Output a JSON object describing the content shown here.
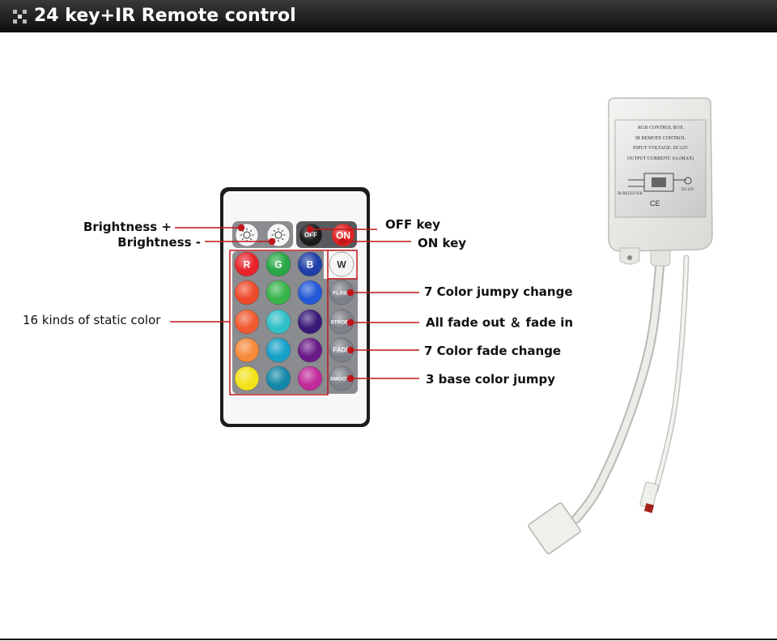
{
  "header": {
    "title": "24 key+IR Remote control"
  },
  "remote": {
    "top_buttons": [
      {
        "label": "",
        "icon": "brightness-up-icon"
      },
      {
        "label": "",
        "icon": "brightness-down-icon"
      },
      {
        "label": "OFF",
        "color": "#1a1a1a"
      },
      {
        "label": "ON",
        "color": "#e02020"
      }
    ],
    "color_rows": [
      [
        {
          "label": "R",
          "color": "#e8232a"
        },
        {
          "label": "G",
          "color": "#27a745"
        },
        {
          "label": "B",
          "color": "#1e3ea8"
        },
        {
          "label": "W",
          "color": "#f4f4f4"
        }
      ],
      [
        {
          "color": "#ee4a2a"
        },
        {
          "color": "#37b34a"
        },
        {
          "color": "#2257d6"
        },
        {
          "label": "FLASH",
          "color": "#7d8088"
        }
      ],
      [
        {
          "color": "#f05a30"
        },
        {
          "color": "#30c0c8"
        },
        {
          "color": "#3a1a78"
        },
        {
          "label": "STROBE",
          "color": "#7d8088"
        }
      ],
      [
        {
          "color": "#f58a3a"
        },
        {
          "color": "#16a2c8"
        },
        {
          "color": "#6a1a88"
        },
        {
          "label": "FADE",
          "color": "#7d8088"
        }
      ],
      [
        {
          "color": "#f2e21a"
        },
        {
          "color": "#1488a8"
        },
        {
          "color": "#c02a9a"
        },
        {
          "label": "SMOOTH",
          "color": "#7d8088"
        }
      ]
    ]
  },
  "annotations": {
    "brightness_plus": "Brightness +",
    "brightness_minus": "Brightness -",
    "off_key": "OFF key",
    "on_key": "ON key",
    "static_color": "16 kinds of static color",
    "flash": "7 Color jumpy change",
    "strobe": "All fade out ＆ fade in",
    "fade": "7 Color fade change",
    "smooth": "3 base color jumpy"
  },
  "control_box": {
    "label_lines": [
      "RGB CONTROL BOX",
      "IR REMOTE CONTROL",
      "INPUT VOLTAGE: DC12V",
      "OUTPUT CURRENT: 6A (MAX)"
    ],
    "ir_label": "IR RECEIVER",
    "dc_label": "DC12V",
    "ce_mark": "CE"
  },
  "colors": {
    "accent_line": "#c0161c",
    "header_bg": "#1a1a1a"
  }
}
